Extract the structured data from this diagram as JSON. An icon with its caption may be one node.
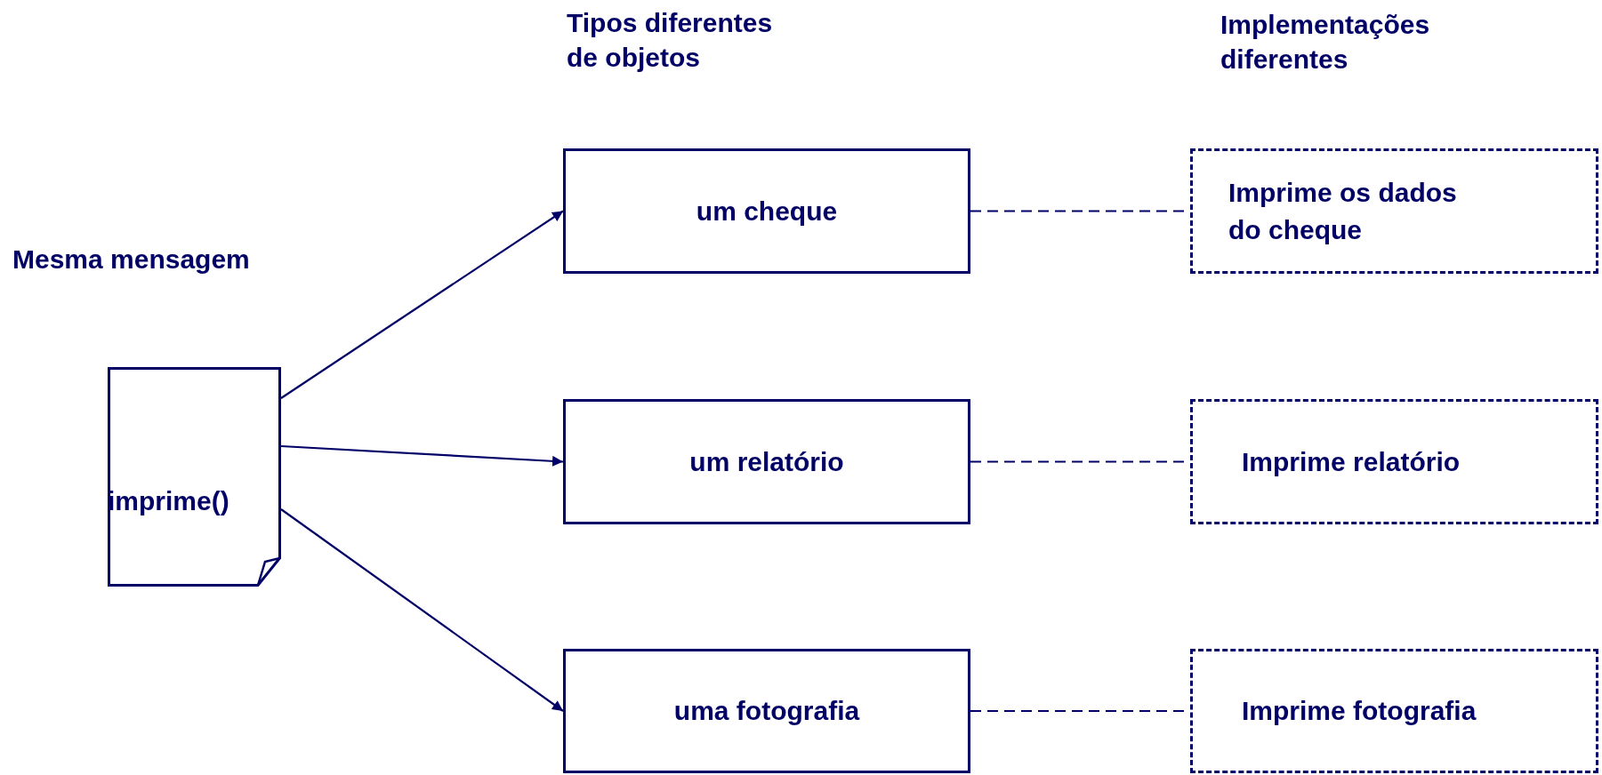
{
  "diagram": {
    "nodes": [
      {
        "text": [
          "imprime()"
        ]
      },
      {
        "text": [
          "um cheque"
        ]
      },
      {
        "text": [
          "um relatório"
        ]
      },
      {
        "text": [
          "uma fotografia"
        ]
      },
      {
        "text": [
          "Imprime os dados do cheque"
        ]
      },
      {
        "text": [
          "Imprime relatório"
        ]
      },
      {
        "text": [
          "Imprime fotografia"
        ]
      }
    ],
    "edges": [
      {
        "from": 0,
        "to": 1,
        "arrow": "to"
      },
      {
        "from": 0,
        "to": 2,
        "arrow": "to"
      },
      {
        "from": 0,
        "to": 3,
        "arrow": "to"
      },
      {
        "from": 1,
        "to": 4,
        "arrow": "none",
        "style": "dashed"
      },
      {
        "from": 2,
        "to": 5,
        "arrow": "none",
        "style": "dashed"
      },
      {
        "from": 3,
        "to": 6,
        "arrow": "none",
        "style": "dashed"
      }
    ],
    "labels": [
      "Tipos diferentes de objetos",
      "Implementações diferentes",
      "Mesma mensagem"
    ]
  }
}
